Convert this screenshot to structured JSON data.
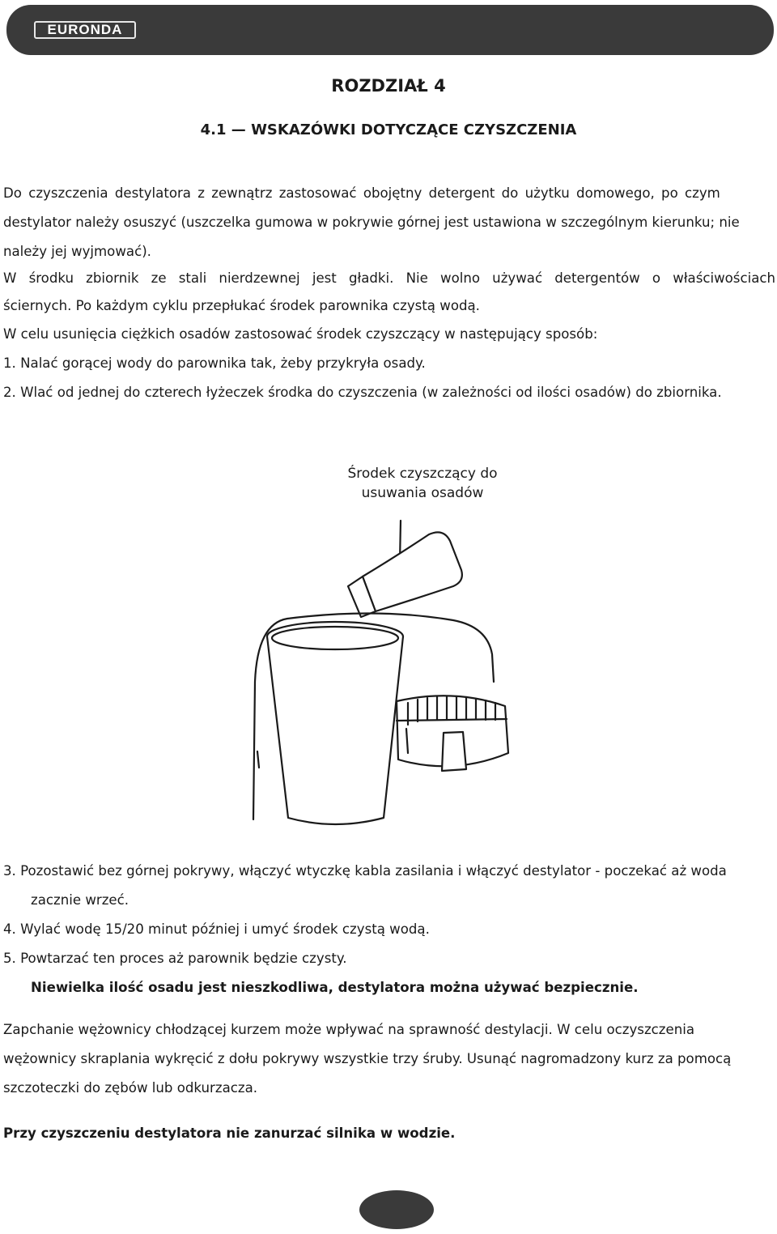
{
  "header": {
    "logo_text": "EURONDA"
  },
  "chapter": {
    "title": "ROZDZIAŁ 4"
  },
  "section": {
    "title": "4.1 — WSKAZÓWKI DOTYCZĄCE CZYSZCZENIA"
  },
  "paragraphs": {
    "p1": [
      "Do czyszczenia destylatora z zewnątrz zastosować obojętny detergent do użytku domowego, po czym",
      "destylator należy osuszyć (uszczelka gumowa w pokrywie górnej jest ustawiona w szczególnym kierunku; nie",
      "należy jej wyjmować)."
    ],
    "p2": [
      "W środku zbiornik ze stali nierdzewnej jest gładki. Nie wolno używać detergentów o właściwościach",
      "ściernych. Po każdym cyklu przepłukać środek parownika czystą wodą."
    ],
    "intro_heavy": "W celu usunięcia ciężkich osadów zastosować środek czyszczący w następujący sposób:",
    "steps": {
      "s1": "1.  Nalać gorącej wody do parownika tak, żeby przykryła osady.",
      "s2": "2.  Wlać od jednej do czterech łyżeczek środka do czyszczenia (w zależności od ilości osadów) do zbiornika.",
      "s3a": "3.  Pozostawić bez górnej pokrywy, włączyć wtyczkę kabla zasilania i włączyć destylator - poczekać aż woda",
      "s3b": "zacznie wrzeć.",
      "s4": "4.  Wylać wodę 15/20 minut później i umyć środek czystą wodą.",
      "s5": "5.  Powtarzać ten proces aż parownik będzie czysty."
    },
    "note_bold": "Niewielka ilość osadu jest nieszkodliwa, destylatora można używać bezpiecznie.",
    "coil": [
      "Zapchanie wężownicy chłodzącej kurzem może wpływać na sprawność destylacji. W celu oczyszczenia",
      "wężownicy skraplania wykręcić z dołu pokrywy wszystkie trzy śruby. Usunąć nagromadzony kurz za pomocą",
      "szczoteczki do zębów lub odkurzacza."
    ],
    "warning_bold": "Przy czyszczeniu destylatora nie zanurzać silnika w wodzie."
  },
  "figure": {
    "label_line1": "Środek czyszczący do",
    "label_line2": "usuwania osadów"
  }
}
